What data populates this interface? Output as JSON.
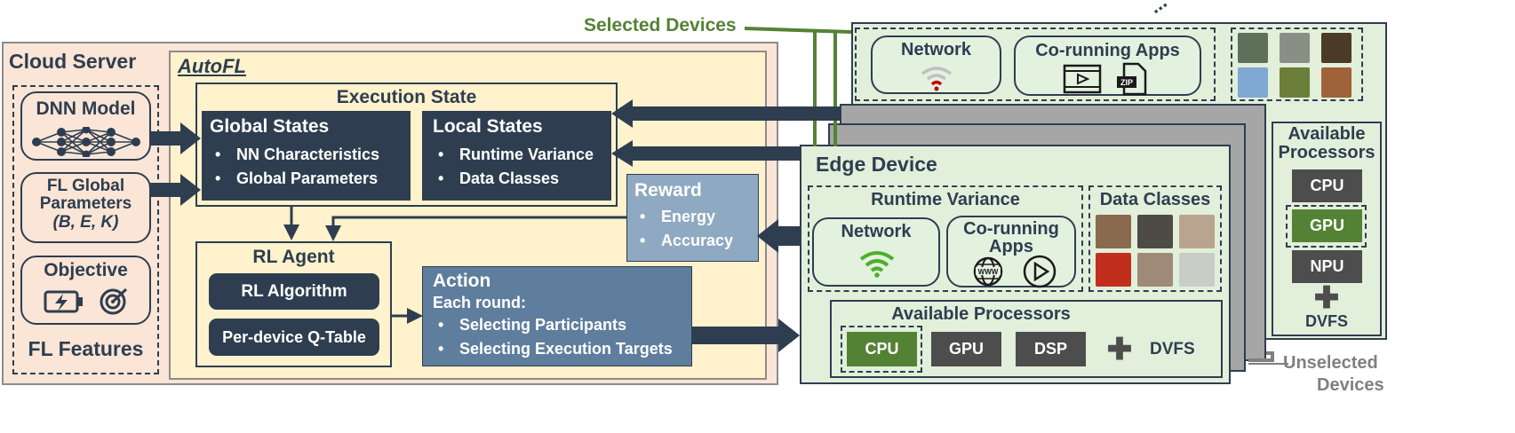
{
  "cloud": {
    "title": "Cloud Server",
    "dnn_model": "DNN Model",
    "fl_params_line1": "FL Global",
    "fl_params_line2": "Parameters",
    "fl_params_line3": "(B, E, K)",
    "objective": "Objective",
    "features": "FL Features"
  },
  "autofl": {
    "title": "AutoFL",
    "exec_state": "Execution State",
    "global_title": "Global States",
    "global_items": [
      "NN Characteristics",
      "Global Parameters"
    ],
    "local_title": "Local States",
    "local_items": [
      "Runtime Variance",
      "Data Classes"
    ],
    "reward_title": "Reward",
    "reward_items": [
      "Energy",
      "Accuracy"
    ],
    "rl_agent": "RL Agent",
    "rl_algorithm": "RL Algorithm",
    "qtable": "Per-device Q-Table",
    "action_title": "Action",
    "action_sub": "Each round:",
    "action_items": [
      "Selecting Participants",
      "Selecting Execution Targets"
    ]
  },
  "selected_label": "Selected Devices",
  "unselected_label_1": "Unselected",
  "unselected_label_2": "Devices",
  "ellipsis": "...",
  "edge": {
    "title": "Edge Device",
    "runtime_variance": "Runtime Variance",
    "network": "Network",
    "corunning_1": "Co-running",
    "corunning_2": "Apps",
    "data_classes": "Data Classes",
    "available_processors": "Available Processors",
    "processors": [
      "CPU",
      "GPU",
      "DSP"
    ],
    "dvfs": "DVFS"
  },
  "back_device": {
    "network": "Network",
    "corunning": "Co-running Apps",
    "available_processors_1": "Available",
    "available_processors_2": "Processors",
    "processors": [
      "CPU",
      "GPU",
      "NPU"
    ],
    "dvfs": "DVFS"
  },
  "icons": [
    "neural-network-icon",
    "battery-charge-icon",
    "target-icon",
    "wifi-icon",
    "video-icon",
    "zip-file-icon",
    "www-globe-icon",
    "play-icon"
  ],
  "colors": {
    "cloud_bg": "#fbe5d6",
    "autofl_bg": "#fff2cc",
    "navy": "#2e3e50",
    "reward": "#8ea9c1",
    "action": "#5f7e9d",
    "edge_bg": "#e2efda",
    "selected_green": "#548235",
    "gray_device": "#a6a6a6",
    "unselected_gray": "#808080"
  }
}
